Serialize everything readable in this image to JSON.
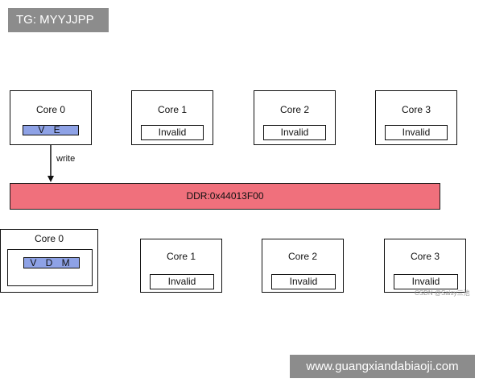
{
  "badges": {
    "top": "TG: MYYJJPP",
    "bottom": "www.guangxiandabiaoji.com"
  },
  "top_row": {
    "cores": [
      {
        "label": "Core 0",
        "state": "V E"
      },
      {
        "label": "Core 1",
        "state": "Invalid"
      },
      {
        "label": "Core 2",
        "state": "Invalid"
      },
      {
        "label": "Core 3",
        "state": "Invalid"
      }
    ]
  },
  "arrow_label": "write",
  "ddr_label": "DDR:0x44013F00",
  "bottom_row": {
    "cores": [
      {
        "label": "Core 0",
        "state": "V D M"
      },
      {
        "label": "Core 1",
        "state": "Invalid"
      },
      {
        "label": "Core 2",
        "state": "Invalid"
      },
      {
        "label": "Core 3",
        "state": "Invalid"
      }
    ]
  },
  "watermark": "CSDN @Saisy三池",
  "colors": {
    "ddr_fill": "#f0707c",
    "valid_state_fill": "#8ea2e6",
    "badge_fill": "#8c8c8c"
  }
}
